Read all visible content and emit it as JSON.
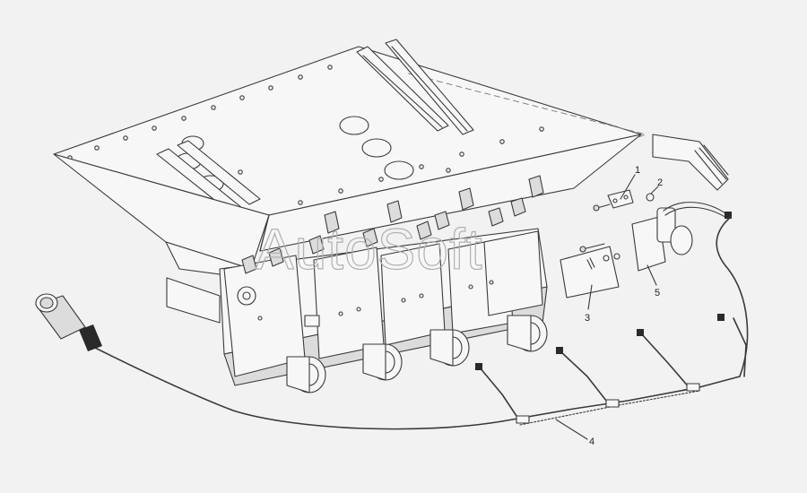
{
  "watermark": "AutoSoft",
  "callouts": [
    {
      "id": "1",
      "label": "1"
    },
    {
      "id": "2",
      "label": "2"
    },
    {
      "id": "3",
      "label": "3"
    },
    {
      "id": "4",
      "label": "4"
    },
    {
      "id": "5",
      "label": "5"
    }
  ]
}
